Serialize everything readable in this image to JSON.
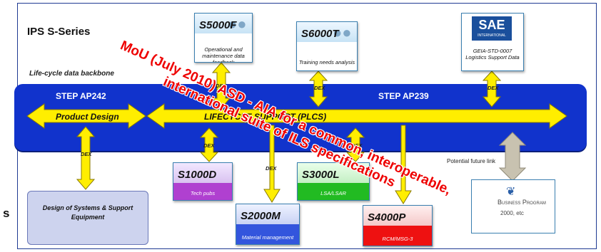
{
  "title": "IPS S-Series",
  "backbone_label": "Life-cycle data backbone",
  "band": {
    "left_label": "STEP AP242",
    "right_label": "STEP AP239"
  },
  "arrows": {
    "product_design": "Product Design",
    "plcs": "LIFECYCLE SUPPORT (PLCS)"
  },
  "docs": {
    "s5000f": {
      "code": "S5000F",
      "caption": "Operational and maintenance data feedback"
    },
    "s6000t": {
      "code": "S6000T",
      "caption": "Training needs analysis"
    },
    "sae": {
      "logo_top": "SAE",
      "logo_bottom": "INTERNATIONAL",
      "caption": "GEIA-STD-0007 Logistics Support Data"
    },
    "s1000d": {
      "code": "S1000D",
      "caption": "Tech pubs"
    },
    "s2000m": {
      "code": "S2000M",
      "caption": "Material management"
    },
    "s3000l": {
      "code": "S3000L",
      "caption": "LSA/LSAR"
    },
    "s4000p": {
      "code": "S4000P",
      "caption": "RCM/MSG-3"
    }
  },
  "dex_label": "DEX",
  "design_box": "Design of Systems & Support Equipment",
  "future_link": "Potential future link",
  "business_program": {
    "title": "Business Program",
    "sub": "2000, etc"
  },
  "overlay": {
    "line1": "MoU (July 2010) ASD - AIA for a common, interoperable,",
    "line2": "international suite of ILS specifications"
  },
  "edge_letter": "s",
  "colors": {
    "band": "#1133cc",
    "arrow": "#ffee00",
    "overlay": "#ee0000",
    "s1000d": "#b040d0",
    "s3000l": "#22bb22",
    "s4000p": "#ee1111",
    "s2000m": "#3355dd"
  }
}
